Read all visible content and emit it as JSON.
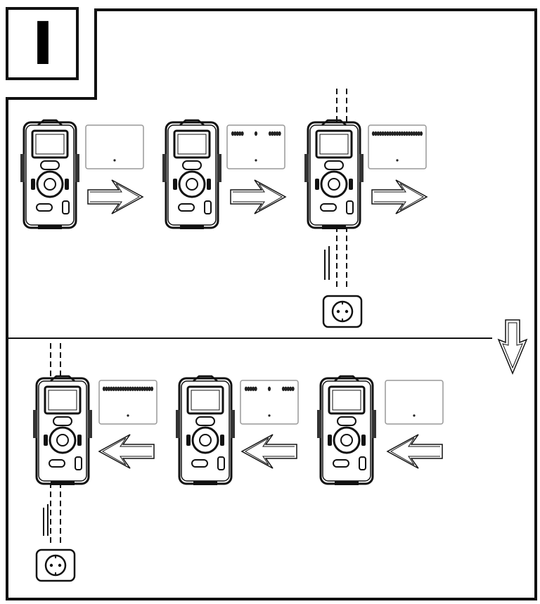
{
  "step_label": "I",
  "colors": {
    "ink": "#111111",
    "paper": "#ffffff",
    "screen_border": "#999999",
    "gray": "#888888"
  },
  "icons": {
    "device": "meter-device-icon",
    "arrow": "hollow-arrow-icon",
    "socket": "power-socket-icon",
    "screen": "display-panel-icon"
  },
  "rows": [
    {
      "name": "top",
      "direction": "right",
      "steps": [
        {
          "display": "dot"
        },
        {
          "display": "partial"
        },
        {
          "display": "full",
          "cable": true
        }
      ]
    },
    {
      "name": "bottom",
      "direction": "left",
      "steps": [
        {
          "display": "full",
          "cable": true
        },
        {
          "display": "partial"
        },
        {
          "display": "dot"
        }
      ]
    }
  ]
}
